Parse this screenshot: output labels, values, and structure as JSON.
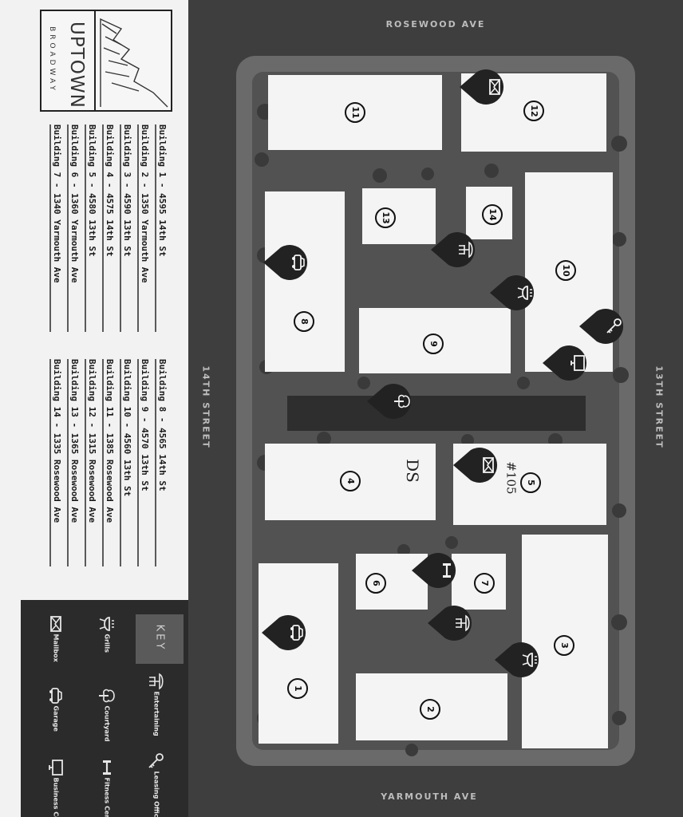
{
  "logo": {
    "title": "UPTOWN",
    "subtitle": "BROADWAY"
  },
  "buildings": [
    "Building 1 - 4595 14th St",
    "Building 2 - 1350 Yarmouth Ave",
    "Building 3 - 4590 13th St",
    "Building 4 - 4575 14th St",
    "Building 5 - 4580 13th St",
    "Building 6 - 1360 Yarmouth Ave",
    "Building 7 - 1340 Yarmouth Ave",
    "Building 8 - 4565 14th St",
    "Building 9 - 4570 13th St",
    "Building 10 - 4560 13th St",
    "Building 11 - 1385 Rosewood Ave",
    "Building 12 - 1315 Rosewood Ave",
    "Building 13 - 1365 Rosewood Ave",
    "Building 14 - 1335 Rosewood Ave"
  ],
  "key": {
    "title": "KEY",
    "items": [
      {
        "label": "Entertaining",
        "icon": "entertaining-icon"
      },
      {
        "label": "Leasing Office",
        "icon": "key-icon"
      },
      {
        "label": "Grills",
        "icon": "grill-icon"
      },
      {
        "label": "Courtyard",
        "icon": "tree-icon"
      },
      {
        "label": "Fitness Center",
        "icon": "dumbbell-icon"
      },
      {
        "label": "Mailbox",
        "icon": "mail-icon"
      },
      {
        "label": "Garage",
        "icon": "car-icon"
      },
      {
        "label": "Business Center",
        "icon": "computer-icon"
      }
    ]
  },
  "streets": {
    "top": "ROSEWOOD AVE",
    "bottom": "YARMOUTH AVE",
    "left": "14TH STREET",
    "right": "13TH STREET"
  },
  "building_numbers": [
    "1",
    "2",
    "3",
    "4",
    "5",
    "6",
    "7",
    "8",
    "9",
    "10",
    "11",
    "12",
    "13",
    "14"
  ],
  "handwritten": {
    "note1": "DS",
    "note2": "#105"
  },
  "colors": {
    "map_bg": "#3e3e3e",
    "building": "#f4f4f4",
    "pin": "#222222",
    "sidebar": "#f2f2f2"
  }
}
